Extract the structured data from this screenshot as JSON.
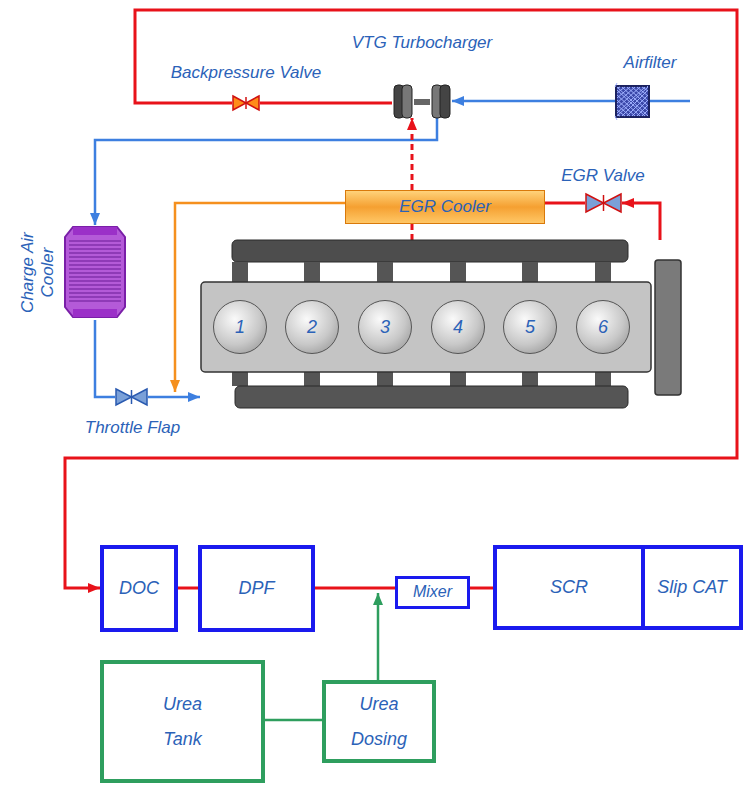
{
  "diagram": {
    "nodes": [
      {
        "text": [
          "Airfilter"
        ]
      },
      {
        "text": [
          "VTG Turbocharger"
        ]
      },
      {
        "text": [
          "Backpressure Valve"
        ]
      },
      {
        "text": [
          "Charge Air Cooler"
        ]
      },
      {
        "text": [
          "Throttle Flap"
        ]
      },
      {
        "text": [
          "EGR Cooler"
        ]
      },
      {
        "text": [
          "EGR Valve"
        ]
      },
      {
        "text": []
      },
      {
        "text": [
          "1"
        ],
        "in": 7
      },
      {
        "text": [
          "2"
        ],
        "in": 7
      },
      {
        "text": [
          "3"
        ],
        "in": 7
      },
      {
        "text": [
          "4"
        ],
        "in": 7
      },
      {
        "text": [
          "5"
        ],
        "in": 7
      },
      {
        "text": [
          "6"
        ],
        "in": 7
      },
      {
        "text": [
          "DOC"
        ]
      },
      {
        "text": [
          "DPF"
        ]
      },
      {
        "text": [
          "Mixer"
        ]
      },
      {
        "text": [
          "SCR"
        ]
      },
      {
        "text": [
          "Slip CAT"
        ]
      },
      {
        "text": [
          "Urea Tank"
        ]
      },
      {
        "text": [
          "Urea Dosing"
        ]
      }
    ],
    "edges": [
      {
        "from": 0,
        "to": 1,
        "arrow": "to"
      },
      {
        "from": 1,
        "to": 3,
        "arrow": "to"
      },
      {
        "from": 3,
        "to": 4,
        "arrow": "none"
      },
      {
        "from": 4,
        "to": 7,
        "arrow": "to"
      },
      {
        "from": 7,
        "to": 6,
        "arrow": "to"
      },
      {
        "from": 6,
        "to": 5,
        "arrow": "none"
      },
      {
        "from": 5,
        "to": 7,
        "arrow": "to"
      },
      {
        "from": 7,
        "to": 1,
        "arrow": "to"
      },
      {
        "from": 1,
        "to": 2,
        "arrow": "none"
      },
      {
        "from": 2,
        "to": 14,
        "arrow": "to"
      },
      {
        "from": 14,
        "to": 15,
        "arrow": "none"
      },
      {
        "from": 15,
        "to": 16,
        "arrow": "none"
      },
      {
        "from": 16,
        "to": 17,
        "arrow": "none"
      },
      {
        "from": 19,
        "to": 20,
        "arrow": "none"
      },
      {
        "from": 20,
        "to": 16,
        "arrow": "to"
      }
    ]
  }
}
